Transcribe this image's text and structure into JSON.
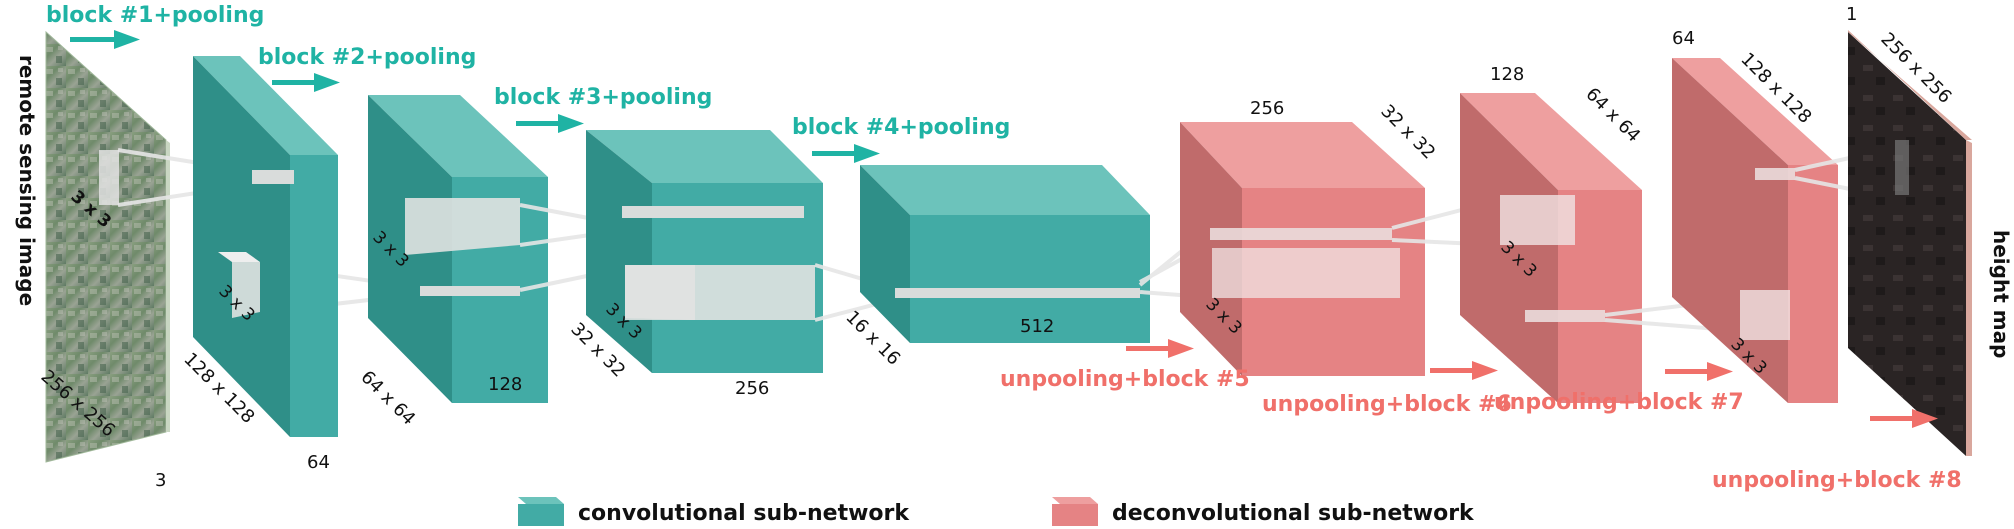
{
  "colors": {
    "conv_front": "#42aba5",
    "conv_top": "#6cc3bb",
    "conv_side": "#2f8f88",
    "deconv_front": "#e58384",
    "deconv_top": "#ee9f9f",
    "deconv_side": "#c06b6b",
    "teal_text": "#1fb3a4",
    "pink_text": "#f0706a",
    "kernel": "#d9dcdb"
  },
  "input": {
    "title": "remote sensing image",
    "size": "256 x 256",
    "channels": "3",
    "kernel": "3 x 3"
  },
  "output": {
    "title": "height map",
    "size": "256 x 256",
    "channels": "1"
  },
  "encoder_blocks": [
    {
      "label": "block #1+pooling",
      "size": "128 x 128",
      "channels": "64",
      "kernel_a": "3 x 3"
    },
    {
      "label": "block #2+pooling",
      "size": "64 x 64",
      "channels": "128",
      "kernel_a": "3 x 3"
    },
    {
      "label": "block #3+pooling",
      "size": "32 x 32",
      "channels": "256",
      "kernel_a": "3 x 3"
    },
    {
      "label": "block #4+pooling",
      "size": "16 x 16",
      "channels": "512"
    }
  ],
  "decoder_blocks": [
    {
      "label": "unpooling+block #5",
      "size": "32 x 32",
      "channels": "256",
      "kernel_a": "3 x 3"
    },
    {
      "label": "unpooling+block #6",
      "size": "64 x 64",
      "channels": "128",
      "kernel_a": "3 x 3"
    },
    {
      "label": "unpooling+block #7",
      "size": "128 x 128",
      "channels": "64",
      "kernel_a": "3 x 3"
    },
    {
      "label": "unpooling+block #8"
    }
  ],
  "legend": {
    "conv": "convolutional sub-network",
    "deconv": "deconvolutional sub-network"
  }
}
